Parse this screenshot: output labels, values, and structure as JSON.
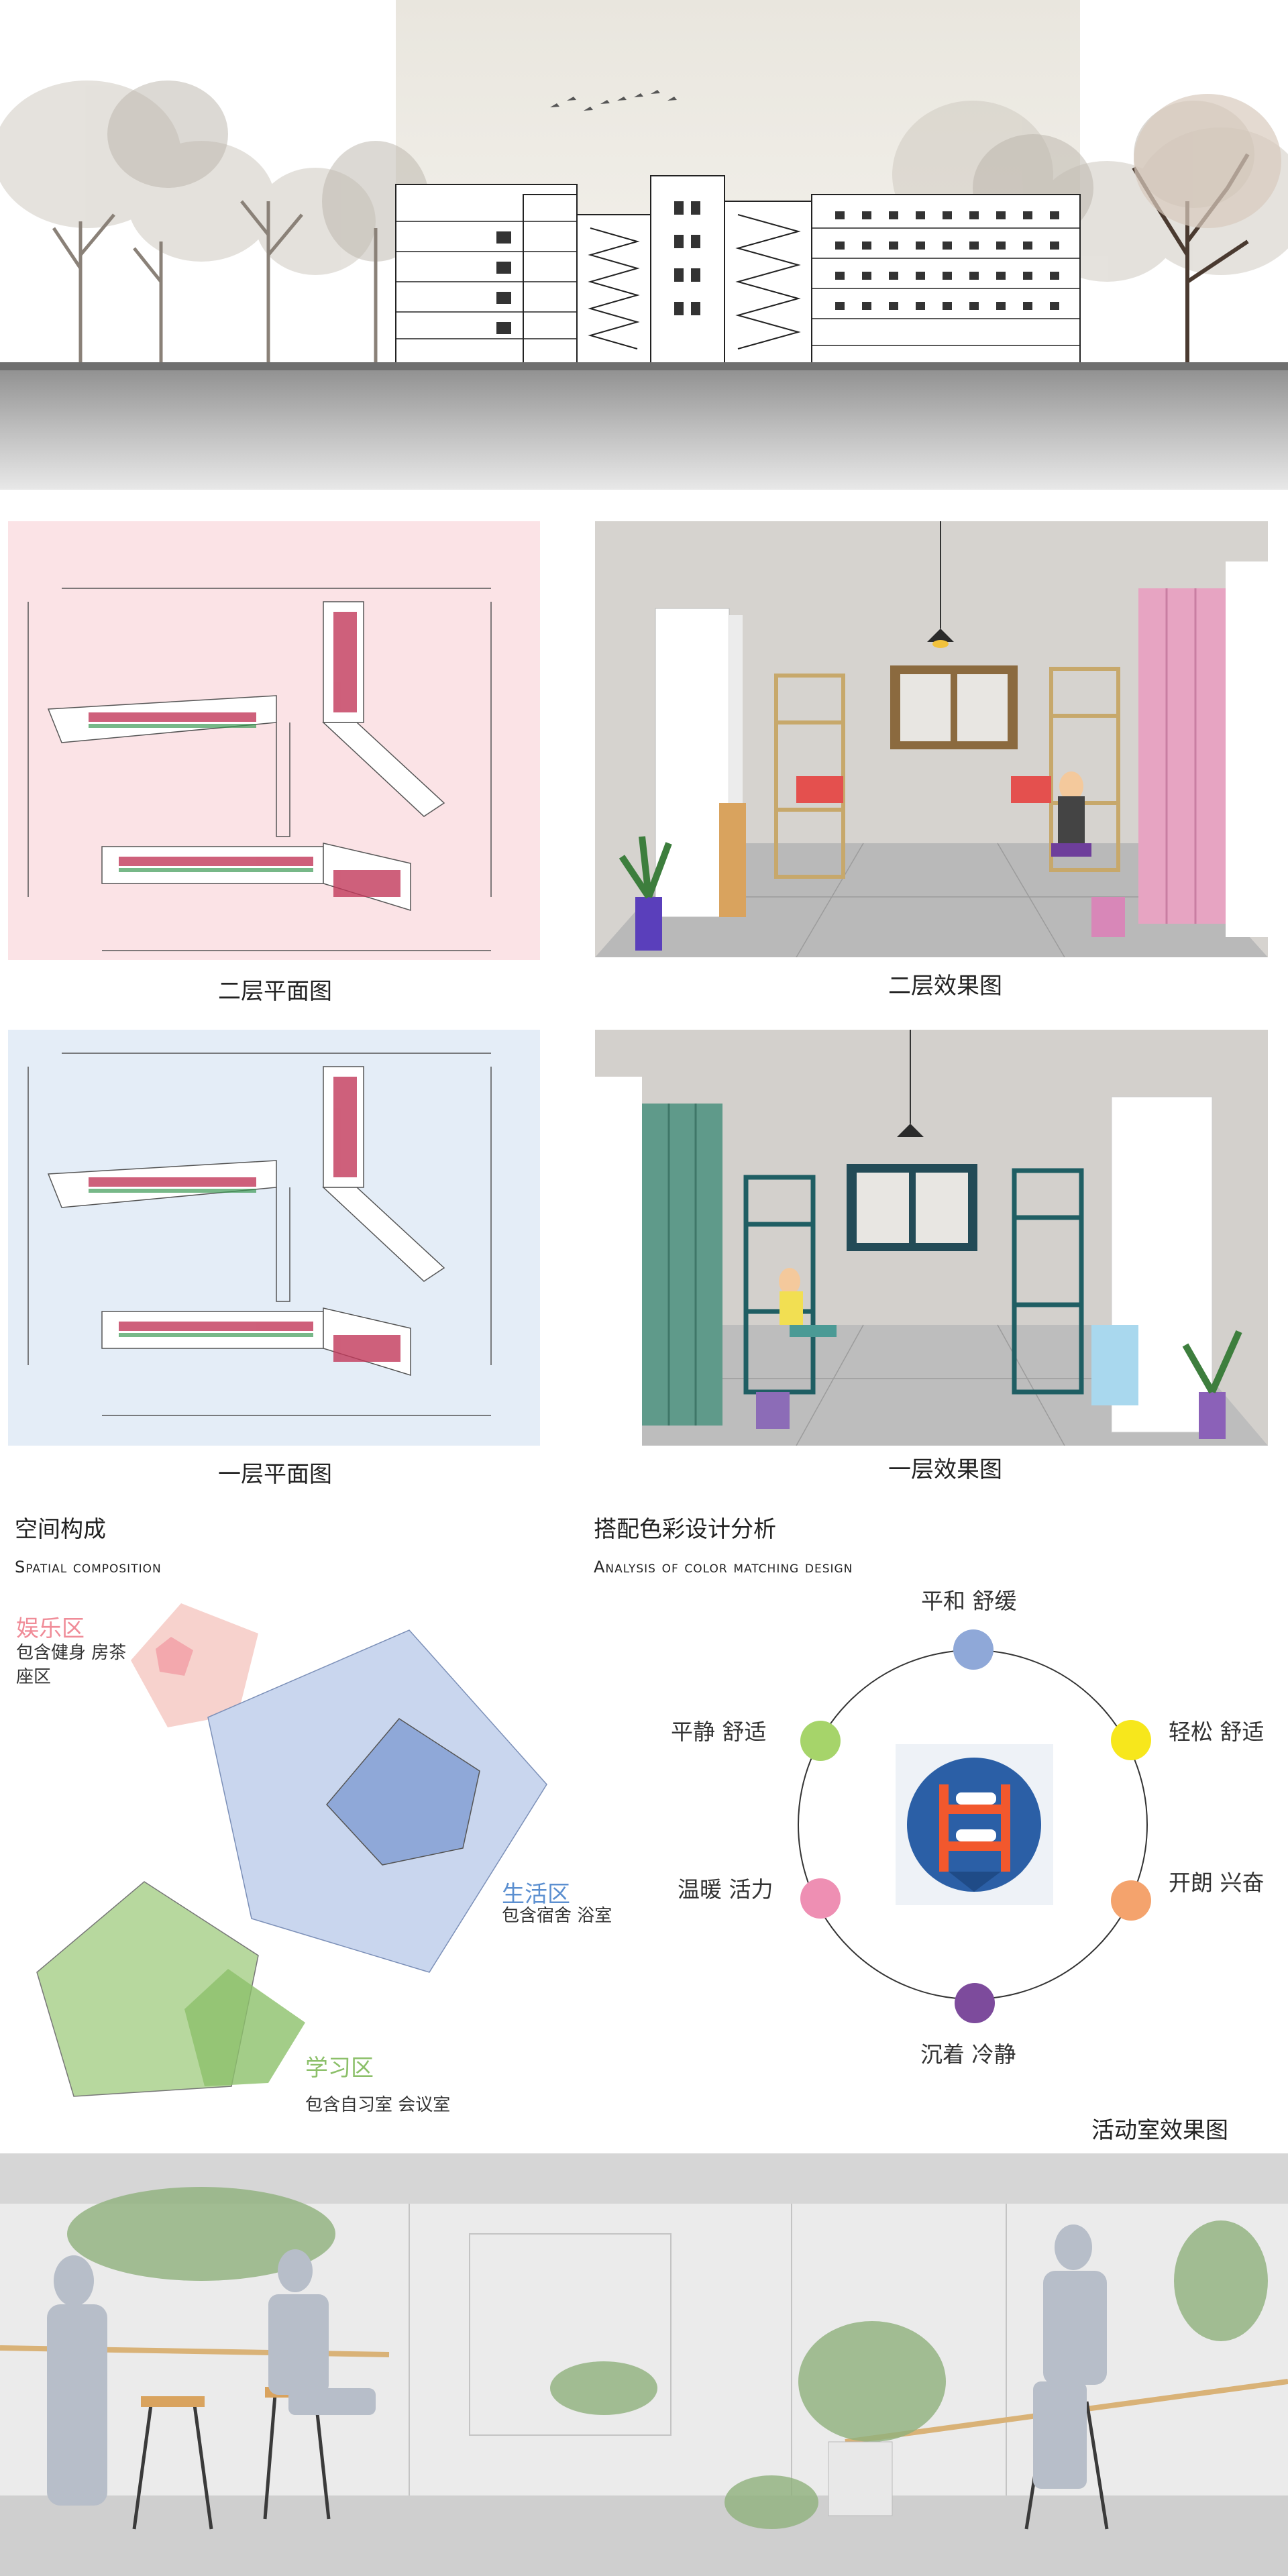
{
  "captions": {
    "floor2_plan": "二层平面图",
    "floor2_render": "二层效果图",
    "floor1_plan": "一层平面图",
    "floor1_render": "一层效果图",
    "activity_render": "活动室效果图"
  },
  "spatial": {
    "heading": "空间构成",
    "subheading": "Spatial composition",
    "zones": [
      {
        "title": "娱乐区",
        "desc": "包含健身 房茶座区",
        "color": "#f08c98"
      },
      {
        "title": "生活区",
        "desc": "包含宿舍 浴室",
        "color": "#5b8fd0"
      },
      {
        "title": "学习区",
        "desc": "包含自习室 会议室",
        "color": "#8cc06a"
      }
    ]
  },
  "color_analysis": {
    "heading": "搭配色彩设计分析",
    "subheading": "Analysis of color matching design",
    "items": [
      {
        "label": "平和 舒缓",
        "color": "#8fa8d8"
      },
      {
        "label": "轻松 舒适",
        "color": "#f7e71c"
      },
      {
        "label": "开朗 兴奋",
        "color": "#f4a36d"
      },
      {
        "label": "沉着 冷静",
        "color": "#7d4b9c"
      },
      {
        "label": "温暖 活力",
        "color": "#ee8fb3"
      },
      {
        "label": "平静 舒适",
        "color": "#a6d46a"
      }
    ]
  },
  "colors": {
    "plan2_bg": "#fbe3e6",
    "plan1_bg": "#e4edf7",
    "accent_pink": "#e59bbb",
    "accent_teal": "#2f6b6c"
  }
}
